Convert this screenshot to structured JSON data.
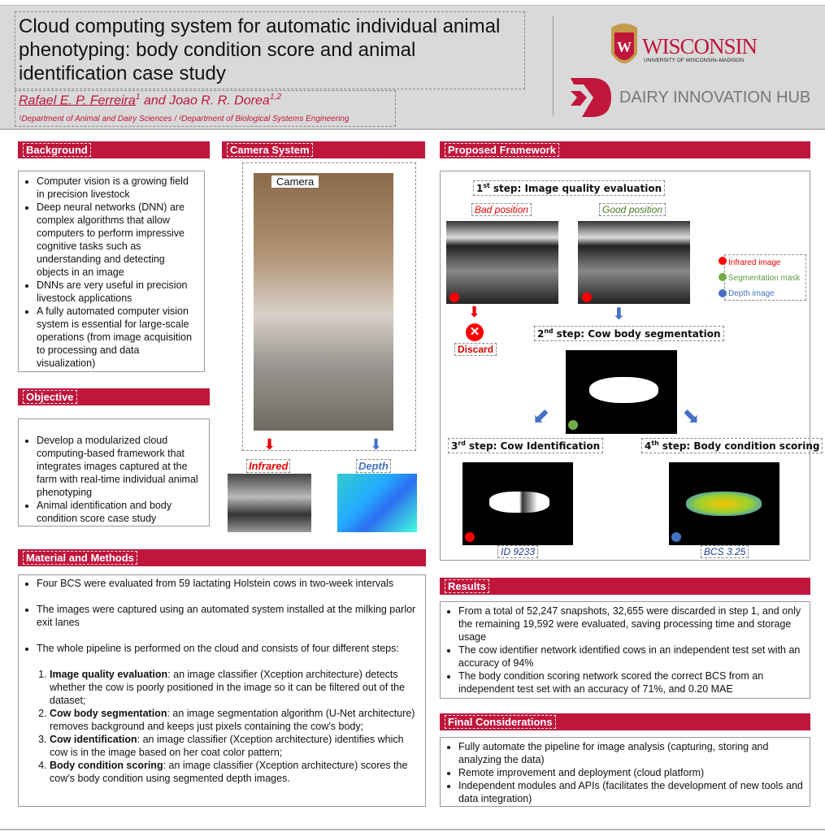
{
  "header": {
    "title": "Cloud computing system for automatic individual animal phenotyping: body condition score and animal identification case study",
    "author1": "Rafael E. P. Ferreira",
    "author1_sup": "1",
    "and": " and ",
    "author2": "Joao R. R. Dorea",
    "author2_sup": "1,2",
    "affiliations": "¹Department of Animal and Dairy Sciences / ²Department of Biological Systems Engineering",
    "logo_uw": "WISCONSIN",
    "logo_uw_sub": "UNIVERSITY OF WISCONSIN–MADISON",
    "logo_dih": "DAIRY INNOVATION HUB"
  },
  "background": {
    "heading": "Background",
    "items": [
      "Computer vision is a growing field in precision livestock",
      "Deep neural networks (DNN) are complex algorithms that allow computers to perform impressive cognitive tasks such as understanding and detecting objects in an image",
      "DNNs are very useful in precision livestock applications",
      "A fully automated computer vision system is essential for large-scale operations (from image acquisition to processing and data visualization)"
    ]
  },
  "objective": {
    "heading": "Objective",
    "items": [
      "Develop a modularized cloud computing-based framework that integrates images captured at the farm with real-time individual animal phenotyping",
      "Animal identification and body condition score case study"
    ]
  },
  "camera": {
    "heading": "Camera System",
    "camera_label": "Camera",
    "infrared": "Infrared",
    "depth": "Depth"
  },
  "framework": {
    "heading": "Proposed Framework",
    "step1_num": "1",
    "step1_sup": "st",
    "step1": " step: Image quality evaluation",
    "bad": "Bad position",
    "good": "Good position",
    "discard": "Discard",
    "step2_num": "2",
    "step2_sup": "nd",
    "step2": " step: Cow body segmentation",
    "step3_num": "3",
    "step3_sup": "rd",
    "step3": " step: Cow Identification",
    "step4_num": "4",
    "step4_sup": "th",
    "step4": " step: Body condition scoring",
    "id": "ID 9233",
    "bcs": "BCS 3.25",
    "legend": [
      "Infrared image",
      "Segmentation mask",
      "Depth image"
    ],
    "colors": {
      "infrared": "#ff0000",
      "mask": "#70ad47",
      "depth": "#4472c4"
    }
  },
  "methods": {
    "heading": "Material and Methods",
    "p1": "Four BCS were evaluated from 59 lactating Holstein cows in two-week intervals",
    "p2": "The images were captured using an automated system installed at the milking parlor exit lanes",
    "p3": "The whole pipeline is performed on the cloud and consists of four different steps:",
    "steps": [
      {
        "b": "Image quality evaluation",
        "t": ": an image classifier (Xception architecture) detects whether the cow is poorly positioned in the image so it can be filtered out of the dataset;"
      },
      {
        "b": "Cow body segmentation",
        "t": ": an image segmentation algorithm (U-Net architecture) removes background and keeps just pixels containing the cow’s body;"
      },
      {
        "b": "Cow identification",
        "t": ": an image classifier (Xception architecture) identifies which cow is in the image based on her coat color pattern;"
      },
      {
        "b": "Body condition scoring",
        "t": ": an image classifier (Xception architecture) scores the cow’s body condition using segmented depth images."
      }
    ]
  },
  "results": {
    "heading": "Results",
    "items": [
      "From a total of 52,247 snapshots, 32,655 were discarded in step 1, and only the remaining 19,592 were evaluated, saving processing time and storage usage",
      "The cow identifier network identified cows in an independent test set with an accuracy of 94%",
      "The body condition scoring network scored the correct BCS from an independent test set with an accuracy of 71%, and 0.20 MAE"
    ]
  },
  "final": {
    "heading": "Final Considerations",
    "items": [
      "Fully automate the pipeline for image analysis (capturing, storing and analyzing the data)",
      "Remote improvement and deployment (cloud platform)",
      "Independent modules and APIs (facilitates the development of new tools and data integration)"
    ]
  }
}
